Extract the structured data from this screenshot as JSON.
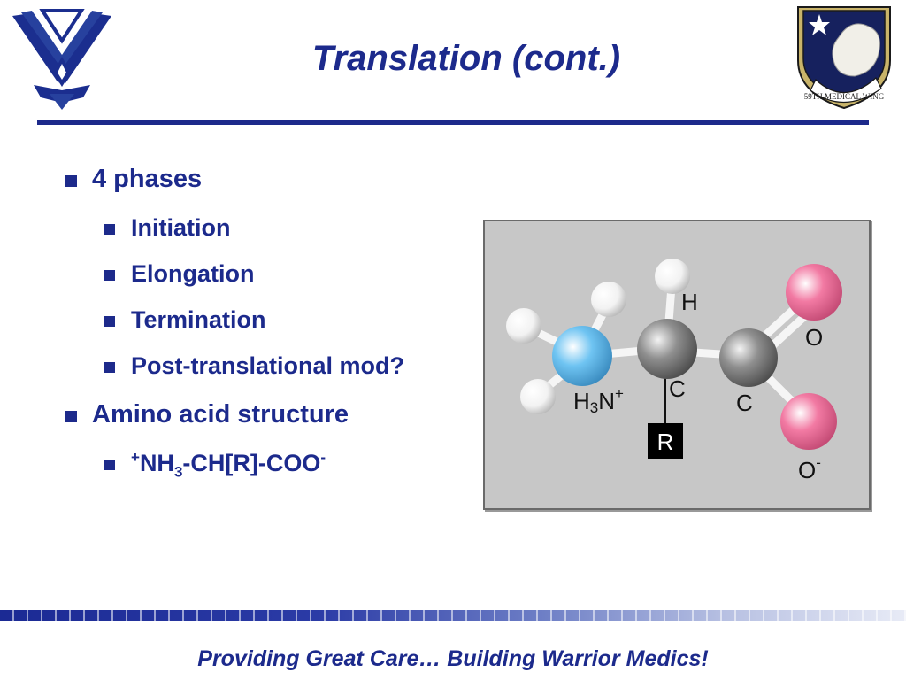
{
  "header": {
    "title": "Translation (cont.)"
  },
  "bullets": [
    {
      "text": "4 phases",
      "children": [
        {
          "text": "Initiation"
        },
        {
          "text": "Elongation"
        },
        {
          "text": "Termination"
        },
        {
          "text": "Post-translational mod?"
        }
      ]
    },
    {
      "text": "Amino acid structure",
      "children": [
        {
          "formula": {
            "sup_pre": "+",
            "a": "NH",
            "sub": "3",
            "b": "-CH[R]-COO",
            "sup_post": "-"
          }
        }
      ]
    }
  ],
  "figure": {
    "labels": {
      "h": "H",
      "h3n": "H",
      "h3n_sub": "3",
      "h3n_n": "N",
      "h3n_sup": "+",
      "c_alpha": "C",
      "c_carboxyl": "C",
      "o_top": "O",
      "o_bottom": "O",
      "o_bottom_sup": "-",
      "r": "R"
    },
    "colors": {
      "nitrogen": "#6fc4f2",
      "carbon": "#8f8f8f",
      "oxygen": "#f27aa3",
      "hydrogen": "#f2f2f2",
      "background": "#c7c7c7"
    }
  },
  "logos": {
    "left_icon": "air-force-wings-icon",
    "right_icon": "59th-medical-wing-shield-icon",
    "right_text": "59TH MEDICAL WING"
  },
  "footer": {
    "tagline": "Providing Great Care… Building Warrior Medics!"
  },
  "theme": {
    "primary": "#1c2a8c"
  }
}
